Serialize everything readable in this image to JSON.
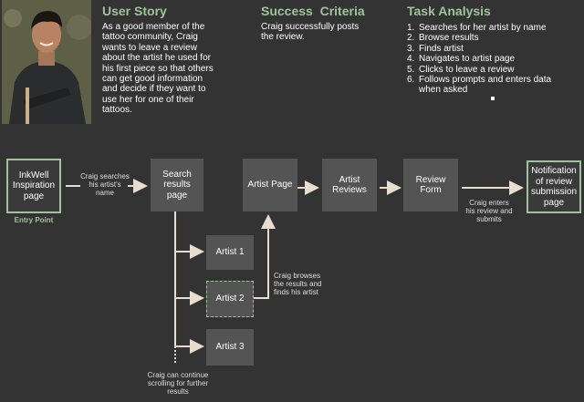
{
  "user_story": {
    "heading": "User Story",
    "text": "As a good member of the tattoo community, Craig wants to leave a review about the artist he used for his first piece so that others can get good information and decide if they want to use her for one of their tattoos."
  },
  "success": {
    "heading": "Success  Criteria",
    "text": "Craig successfully posts the review."
  },
  "task_analysis": {
    "heading": "Task Analysis",
    "steps": [
      {
        "num": "1.",
        "text": "Searches for her artist by name"
      },
      {
        "num": "2.",
        "text": "Browse results"
      },
      {
        "num": "3.",
        "text": "Finds artist"
      },
      {
        "num": "4.",
        "text": "Navigates to artist page"
      },
      {
        "num": "5.",
        "text": "Clicks to leave a review"
      },
      {
        "num": "6.",
        "text": "Follows prompts and enters data when asked"
      }
    ]
  },
  "flow": {
    "inkwell": "InkWell Inspiration page",
    "entry_point": "Entry Point",
    "search_results": "Search results page",
    "artist_page": "Artist Page",
    "artist_reviews": "Artist Reviews",
    "review_form": "Review Form",
    "notification": "Notification of review submission page",
    "artist1": "Artist 1",
    "artist2": "Artist 2",
    "artist3": "Artist 3"
  },
  "notes": {
    "search_name": "Craig searches his artist's name",
    "browses": "Craig browses the results and finds his artist",
    "enters": "Craig enters his review and submits",
    "scroll": "Craig can continue scrolling for further results"
  },
  "colors": {
    "background": "#333333",
    "accent": "#9fc39a",
    "box": "#545454"
  }
}
